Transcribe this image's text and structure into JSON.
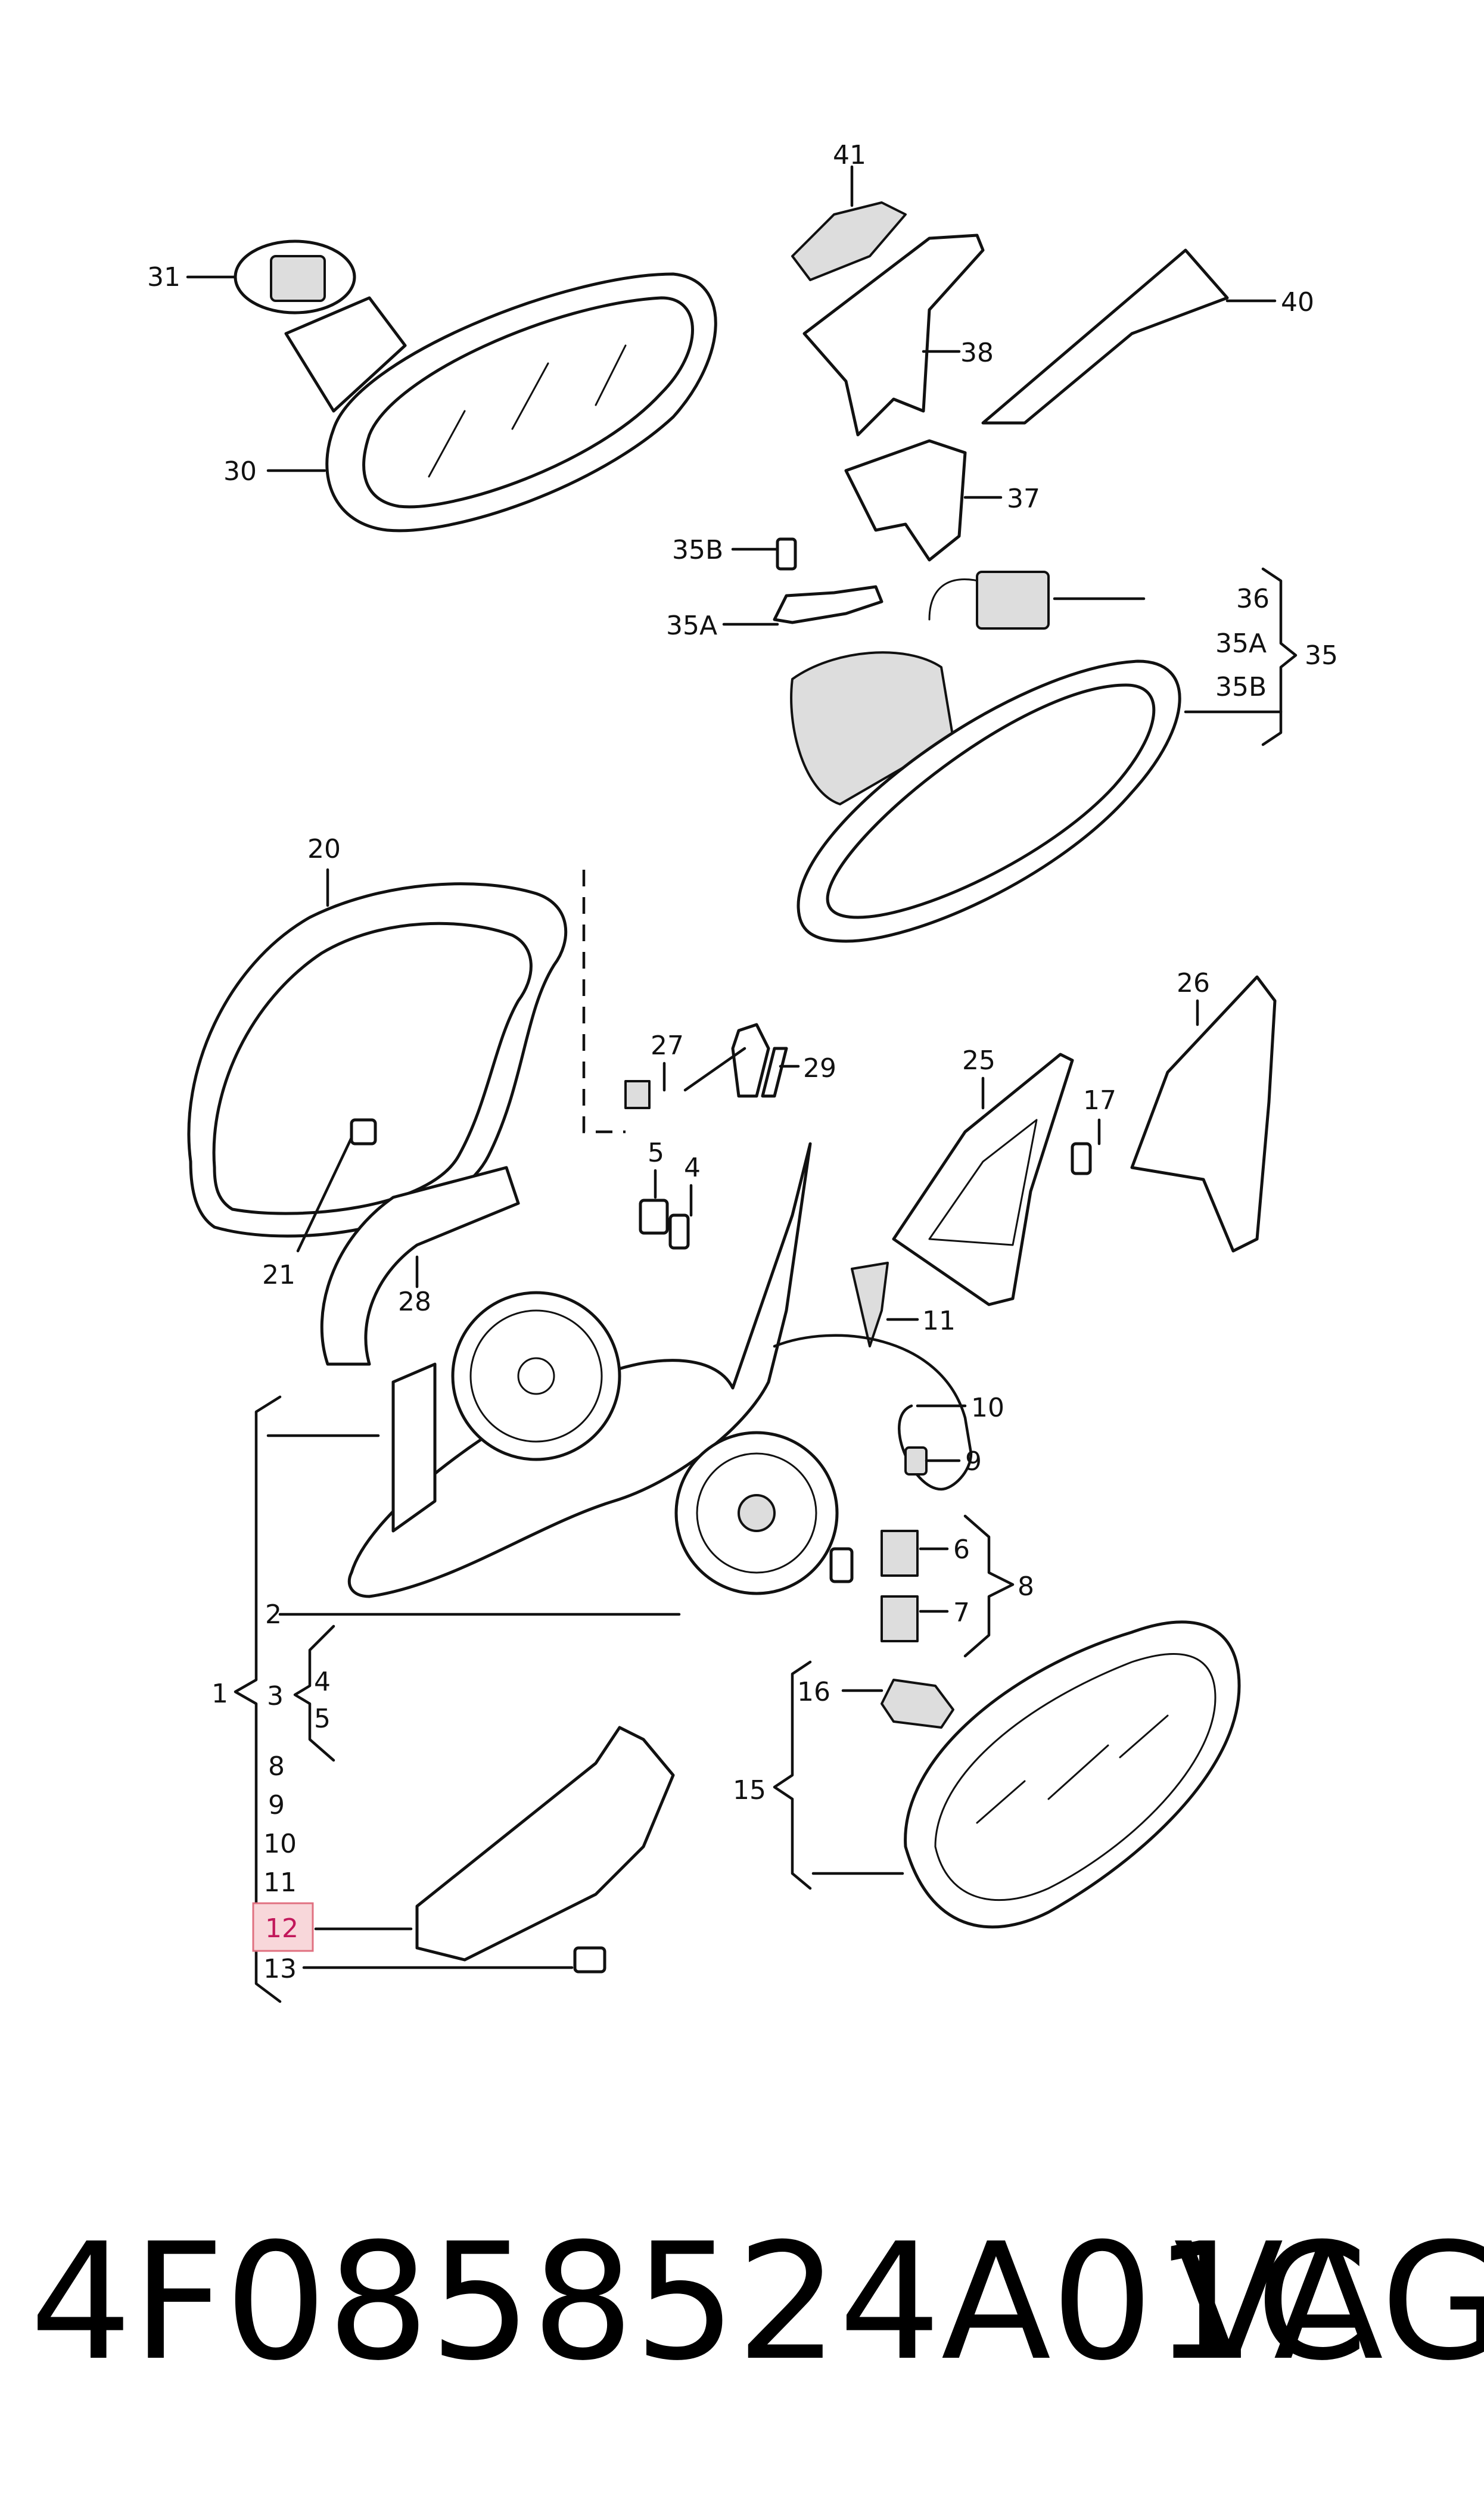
{
  "labels": {
    "l41": "41",
    "l31": "31",
    "l40": "40",
    "l38": "38",
    "l30": "30",
    "l37": "37",
    "l35B": "35B",
    "l36": "36",
    "l35A": "35A",
    "l35A2": "35A",
    "l35": "35",
    "l35B2": "35B",
    "l20": "20",
    "l26": "26",
    "l27": "27",
    "l29": "29",
    "l25": "25",
    "l17": "17",
    "l5": "5",
    "l4": "4",
    "l21": "21",
    "l28": "28",
    "l11": "11",
    "l10": "10",
    "l9": "9",
    "l6": "6",
    "l8": "8",
    "l7": "7",
    "l2": "2",
    "l4b": "4",
    "l1": "1",
    "l3": "3",
    "l5b": "5",
    "l16": "16",
    "l15": "15",
    "l8b": "8",
    "l9b": "9",
    "l10b": "10",
    "l11b": "11",
    "l12": "12",
    "l13": "13"
  },
  "highlight_color": "#f8d7da",
  "footer": {
    "part_number": "4F0858524A01C",
    "brand": "VAG"
  }
}
